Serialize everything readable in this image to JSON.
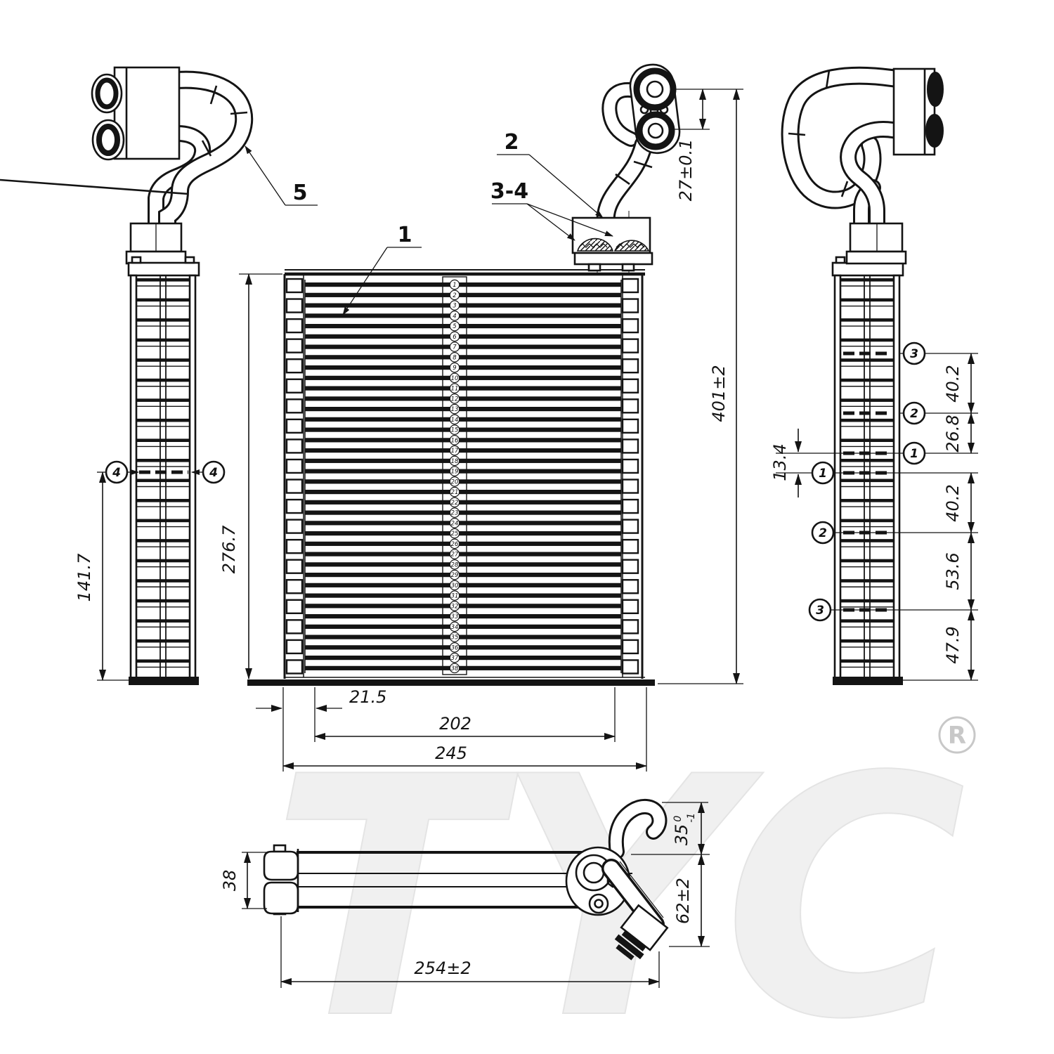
{
  "callouts": {
    "core": "1",
    "suction_pipe": "2",
    "seals": "3-4",
    "pipe_assembly": "5"
  },
  "circle_markers": {
    "left_view_both_sides": "4",
    "right_view_right_side": [
      "3",
      "2",
      "1"
    ],
    "right_view_left_side": [
      "1",
      "2",
      "3"
    ]
  },
  "dimensions": {
    "core_height": "276.7",
    "marker_span": "141.7",
    "header_inset": "21.5",
    "tube_span": "202",
    "core_width": "245",
    "port_spacing": "27±0.1",
    "overall_height": "401±2",
    "tube_offset": "13.4",
    "upper_chain": [
      "40.2",
      "26.8"
    ],
    "lower_chain": [
      "40.2",
      "53.6",
      "47.9"
    ],
    "core_depth": "38",
    "pipe_rise_nominal": "35",
    "pipe_rise_tol_upper": "0",
    "pipe_rise_tol_lower": "-1",
    "fitting_drop": "62±2",
    "overall_width": "254±2"
  },
  "front_view": {
    "tube_numbers": [
      1,
      2,
      3,
      4,
      5,
      6,
      7,
      8,
      9,
      10,
      11,
      12,
      13,
      14,
      15,
      16,
      17,
      18,
      19,
      20,
      21,
      22,
      23,
      24,
      25,
      26,
      27,
      28,
      29,
      30,
      31,
      32,
      33,
      34,
      35,
      36,
      37,
      38
    ]
  },
  "watermark": {
    "brand": "TYC",
    "registered_symbol": "R"
  }
}
